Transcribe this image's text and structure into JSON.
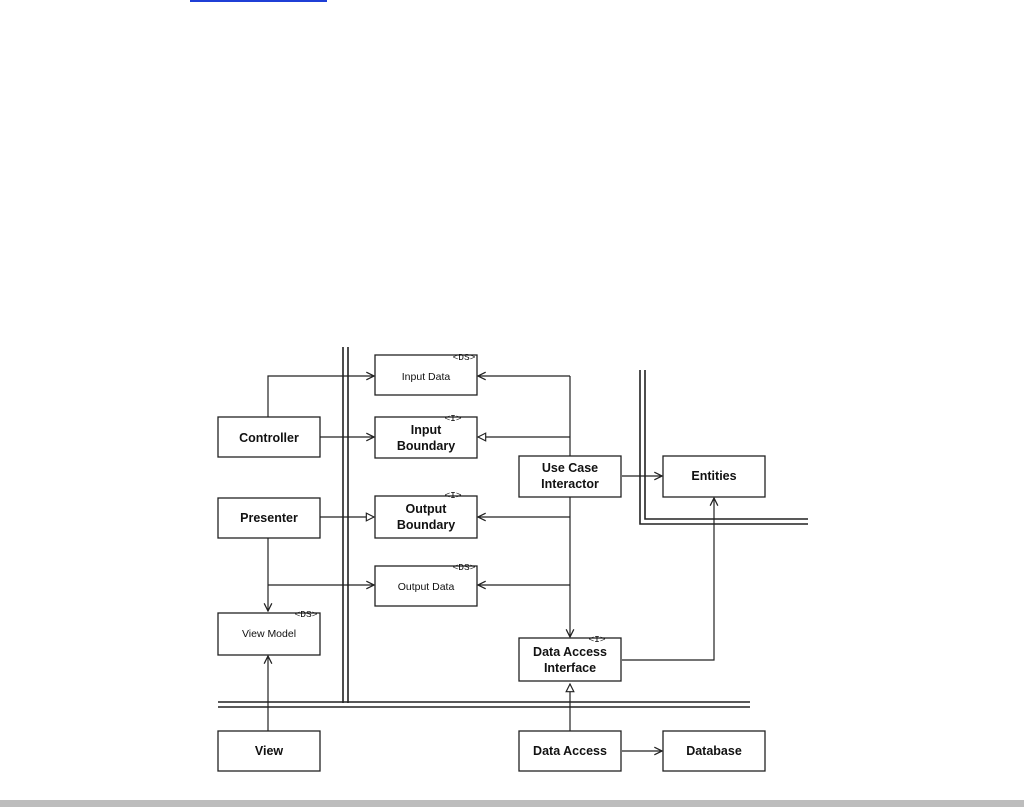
{
  "diagram": {
    "components": {
      "input_data": {
        "label": "Input Data",
        "stereotype": "<DS>"
      },
      "input_boundary": {
        "label_line1": "Input",
        "label_line2": "Boundary",
        "stereotype": "<I>"
      },
      "output_boundary": {
        "label_line1": "Output",
        "label_line2": "Boundary",
        "stereotype": "<I>"
      },
      "output_data": {
        "label": "Output Data",
        "stereotype": "<DS>"
      },
      "controller": {
        "label": "Controller"
      },
      "presenter": {
        "label": "Presenter"
      },
      "view_model": {
        "label": "View Model",
        "stereotype": "<DS>"
      },
      "view": {
        "label": "View"
      },
      "use_case_interactor": {
        "label_line1": "Use Case",
        "label_line2": "Interactor"
      },
      "entities": {
        "label": "Entities"
      },
      "data_access_interface": {
        "label_line1": "Data Access",
        "label_line2": "Interface",
        "stereotype": "<I>"
      },
      "data_access": {
        "label": "Data Access"
      },
      "database": {
        "label": "Database"
      }
    },
    "colors": {
      "link": "#1f3fd6",
      "line": "#222222",
      "bottom_bar": "#bdbdbd"
    }
  }
}
